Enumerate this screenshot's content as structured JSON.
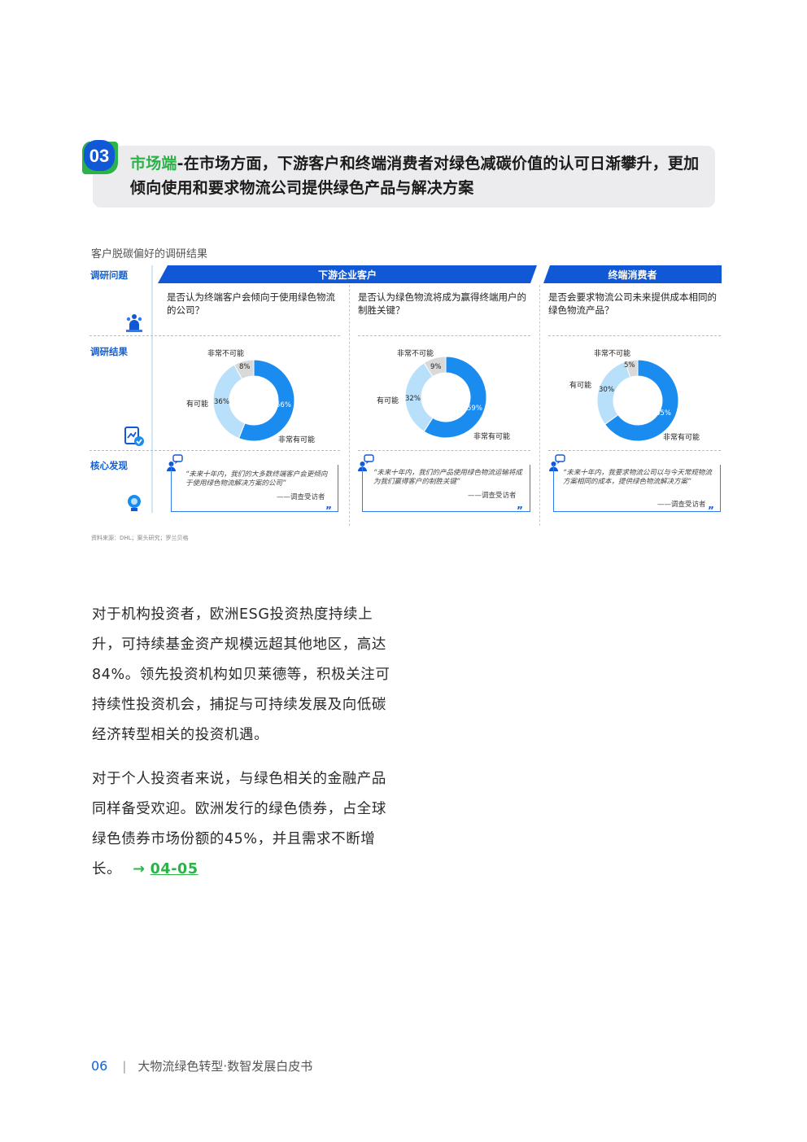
{
  "section": {
    "number": "03",
    "highlight": "市场端",
    "title": "-在市场方面，下游客户和终端消费者对绿色减碳价值的认可日渐攀升，更加倾向使用和要求物流公司提供绿色产品与解决方案"
  },
  "infographic": {
    "title": "客户脱碳偏好的调研结果",
    "rows": {
      "question": "调研问题",
      "result": "调研结果",
      "finding": "核心发现"
    },
    "groups": {
      "downstream": "下游企业客户",
      "consumer": "终端消费者"
    },
    "columns": [
      {
        "question": "是否认为终端客户会倾向于使用绿色物流的公司？",
        "labels": {
          "unlikely": "非常不可能",
          "possible": "有可能",
          "very": "非常有可能"
        },
        "pcts": {
          "unlikely": "8%",
          "possible": "36%",
          "very": "56%"
        },
        "values": {
          "unlikely": 8,
          "possible": 36,
          "very": 56
        },
        "quote": "“未来十年内，我们的大多数终端客户会更倾向于使用绿色物流解决方案的公司”",
        "source": "——调查受访者"
      },
      {
        "question": "是否认为绿色物流将成为赢得终端用户的制胜关键？",
        "labels": {
          "unlikely": "非常不可能",
          "possible": "有可能",
          "very": "非常有可能"
        },
        "pcts": {
          "unlikely": "9%",
          "possible": "32%",
          "very": "59%"
        },
        "values": {
          "unlikely": 9,
          "possible": 32,
          "very": 59
        },
        "quote": "“未来十年内，我们的产品使用绿色物流运输将成为我们赢得客户的制胜关键”",
        "source": "——调查受访者"
      },
      {
        "question": "是否会要求物流公司未来提供成本相同的绿色物流产品？",
        "labels": {
          "unlikely": "非常不可能",
          "possible": "有可能",
          "very": "非常有可能"
        },
        "pcts": {
          "unlikely": "5%",
          "possible": "30%",
          "very": "65%"
        },
        "values": {
          "unlikely": 5,
          "possible": 30,
          "very": 65
        },
        "quote": "“未来十年内，我要求物流公司以与今天常规物流方案相同的成本，提供绿色物流解决方案”",
        "source": "——调查受访者"
      }
    ],
    "source_note": "资料来源：DHL；案头研究；罗兰贝格",
    "colors": {
      "very": "#1a8cf0",
      "possible": "#b8e0fa",
      "unlikely": "#d9d9d9",
      "accent": "#1158d6"
    }
  },
  "body": {
    "para1": "对于机构投资者，欧洲ESG投资热度持续上升，可持续基金资产规模远超其他地区，高达84%。领先投资机构如贝莱德等，积极关注可持续性投资机会，捕捉与可持续发展及向低碳经济转型相关的投资机遇。",
    "para2": "对于个人投资者来说，与绿色相关的金融产品同样备受欢迎。欧洲发行的绿色债券，占全球绿色债券市场份额的45%，并且需求不断增长。",
    "ref_arrow": "→",
    "ref_link": "04-05"
  },
  "footer": {
    "page": "06",
    "separator": "|",
    "title": "大物流绿色转型·数智发展白皮书"
  }
}
